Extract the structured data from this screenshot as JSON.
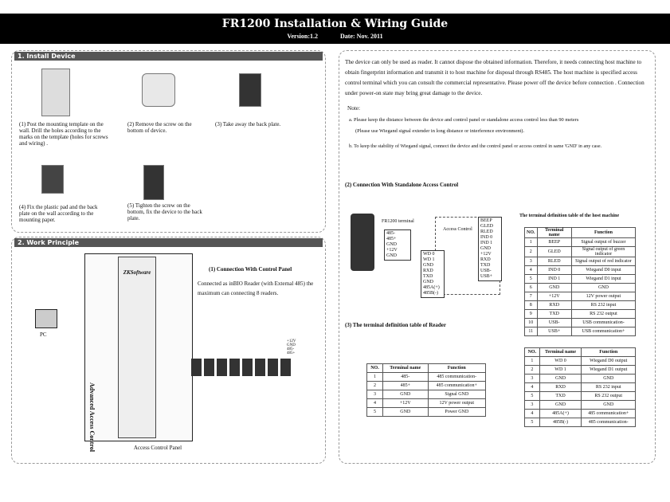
{
  "header": {
    "title": "FR1200 Installation & Wiring Guide",
    "version": "Version:1.2",
    "date": "Date:  Nov. 2011"
  },
  "install": {
    "heading": "1. Install Device",
    "steps": [
      "(1) Post the mounting template on the wall. Drill the holes according to the marks on the template (holes for screws and wiring) .",
      "(2) Remove the screw on the bottom of device.",
      "(3) Take away the back plate.",
      "(4) Fix the plastic pad and the back plate on the wall according to the mounting paper.",
      "(5) Tighten the screw on the bottom, fix the device to the back plate."
    ]
  },
  "work": {
    "heading": "2. Work Principle",
    "panel1_title": "(1) Connection With Control Panel",
    "panel1_text": "Connected as inBIO Reader (with External 485) the maximum can connecting 8 readers.",
    "pc_label": "PC",
    "panel_label": "Access Control Panel",
    "brand": "ZKSoftware",
    "device_text": "Advanced Access Control",
    "bus_labels": [
      "+12V",
      "GND",
      "485-",
      "485+"
    ]
  },
  "right": {
    "intro": "The device can only be used as reader. It cannot dispose the obtained information. Therefore, it needs connecting host machine to obtain fingerprint information and transmit it to host machine for disposal through RS485. The host machine is specified access control terminal which you can consult the commercial representative. Please power off the device before connection . Connection under power-on state may bring great damage to the device.",
    "note": "Note:",
    "note_a": "a.  Please keep the distance between the device and control panel or standalone access control less than 90 meters",
    "note_a2": "(Please use Wiegand signal extender in long distance or interference environment).",
    "note_b": "b. To keep the stability of Wiegand signal, connect the device and the control panel or access control in same 'GND' in any case.",
    "standalone_title": "(2) Connection With Standalone Access Control",
    "fr_terminal": "FR1200 terminal",
    "ac_label": "Access Control",
    "fr_pins": [
      "485-",
      "485+",
      "GND",
      "+12V",
      "GND"
    ],
    "ac_pins_top": [
      "BEEP",
      "GLED",
      "RLED",
      "IND 0",
      "IND 1",
      "GND",
      "+12V",
      "RXD",
      "TXD",
      "USB-",
      "USB+"
    ],
    "ac_pins_left": [
      "WD 0",
      "WD 1",
      "GND",
      "RXD",
      "TXD",
      "GND",
      "485A(+)",
      "485B(-)"
    ],
    "reader_table_title": "(3) The terminal definition table of  Reader",
    "reader_table": {
      "headers": [
        "NO.",
        "Terminal name",
        "Function"
      ],
      "rows": [
        [
          "1",
          "485-",
          "485 communication-"
        ],
        [
          "2",
          "485+",
          "485 communication+"
        ],
        [
          "3",
          "GND",
          "Signal GND"
        ],
        [
          "4",
          "+12V",
          "12V power output"
        ],
        [
          "5",
          "GND",
          "Power GND"
        ]
      ]
    },
    "host_table_title": "The terminal definition table of the host machine",
    "host_table": {
      "headers": [
        "NO.",
        "Terminal name",
        "Function"
      ],
      "rows": [
        [
          "1",
          "BEEP",
          "Signal output of buzzer"
        ],
        [
          "2",
          "GLED",
          "Signal output of green indicator"
        ],
        [
          "3",
          "RLED",
          "Signal output of red indicator"
        ],
        [
          "4",
          "IND 0",
          "Wiegand D0 input"
        ],
        [
          "5",
          "IND 1",
          "Wiegand D1 input"
        ],
        [
          "6",
          "GND",
          "GND"
        ],
        [
          "7",
          "+12V",
          "12V power output"
        ],
        [
          "8",
          "RXD",
          "RS 232 input"
        ],
        [
          "9",
          "TXD",
          "RS 232  output"
        ],
        [
          "10",
          "USB-",
          "USB communication-"
        ],
        [
          "11",
          "USB+",
          "USB communication+"
        ]
      ]
    },
    "host_table2": {
      "headers": [
        "NO.",
        "Terminal name",
        "Function"
      ],
      "rows": [
        [
          "1",
          "WD 0",
          "Wiegand D0 output"
        ],
        [
          "2",
          "WD 1",
          "Wiegand D1 output"
        ],
        [
          "3",
          "GND",
          "GND"
        ],
        [
          "4",
          "RXD",
          "RS 232 input"
        ],
        [
          "5",
          "TXD",
          "RS 232 output"
        ],
        [
          "3",
          "GND",
          "GND"
        ],
        [
          "4",
          "485A(+)",
          "485 communication+"
        ],
        [
          "5",
          "485B(-)",
          "485 communication-"
        ]
      ]
    }
  }
}
